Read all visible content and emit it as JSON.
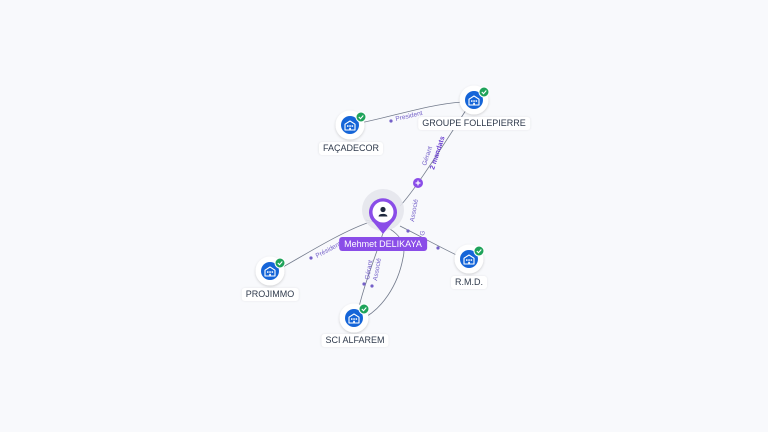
{
  "colors": {
    "person": "#8a4de8",
    "company": "#1565d8",
    "check": "#1fa35a",
    "edge": "#737b8c",
    "edge_label": "#7460c8",
    "background": "#f8f9fc"
  },
  "person": {
    "name": "Mehmet DELIKAYA",
    "icon": "user-icon",
    "badge_icon": "plus-icon"
  },
  "companies": [
    {
      "id": "facadecor",
      "name": "FAÇADECOR",
      "icon": "building-icon",
      "verified": true
    },
    {
      "id": "groupe",
      "name": "GROUPE FOLLEPIERRE",
      "icon": "building-icon",
      "verified": true
    },
    {
      "id": "projimmo",
      "name": "PROJIMMO",
      "icon": "building-icon",
      "verified": true
    },
    {
      "id": "sci",
      "name": "SCI ALFAREM",
      "icon": "building-icon",
      "verified": true
    },
    {
      "id": "rmd",
      "name": "R.M.D.",
      "icon": "building-icon",
      "verified": true
    }
  ],
  "edges": {
    "facadecor_groupe": "President",
    "person_groupe_1": "Gérant",
    "person_groupe_2": "2 mandats",
    "person_rmd_1": "Associé",
    "person_rmd_2": "G",
    "person_projimmo": "Président",
    "person_sci_1": "Gérant",
    "person_sci_2": "Associé"
  }
}
